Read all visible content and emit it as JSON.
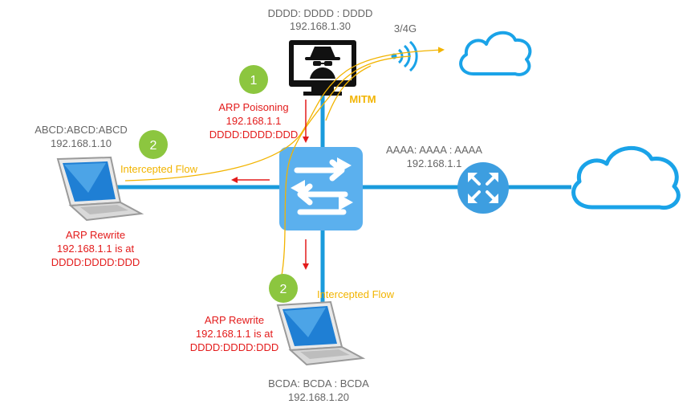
{
  "attacker": {
    "mac": "DDDD: DDDD : DDDD",
    "ip": "192.168.1.30",
    "wireless_label": "3/4G",
    "role_label": "MITM"
  },
  "step1": {
    "badge": "1",
    "lines": [
      "ARP Poisoning",
      "192.168.1.1",
      "DDDD:DDDD:DDD"
    ]
  },
  "host_left": {
    "mac": "ABCD:ABCD:ABCD",
    "ip": "192.168.1.10",
    "badge": "2",
    "flow_label": "Intercepted Flow",
    "rewrite_lines": [
      "ARP Rewrite",
      "192.168.1.1 is at",
      "DDDD:DDDD:DDD"
    ]
  },
  "router": {
    "mac": "AAAA: AAAA : AAAA",
    "ip": "192.168.1.1"
  },
  "host_bottom": {
    "mac": "BCDA: BCDA : BCDA",
    "ip": "192.168.1.20",
    "badge": "2",
    "flow_label": "Intercepted Flow",
    "rewrite_lines": [
      "ARP Rewrite",
      "192.168.1.1 is at",
      "DDDD:DDDD:DDD"
    ]
  },
  "colors": {
    "link": "#1a9bdc",
    "switch": "#5bb0ee",
    "router": "#3d9ee0",
    "cloud_stroke": "#1aa3e8",
    "badge": "#8cc63f",
    "arp_red": "#e31b1b",
    "flow_yellow": "#f2b400",
    "label_gray": "#666666"
  }
}
